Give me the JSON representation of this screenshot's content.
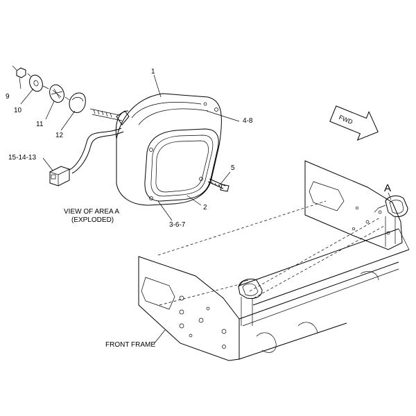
{
  "callouts": {
    "c1": "1",
    "c2": "2",
    "c5": "5",
    "c9": "9",
    "c10": "10",
    "c11": "11",
    "c12": "12",
    "c48": "4-8",
    "c367": "3-6-7",
    "c151413": "15-14-13"
  },
  "captions": {
    "view_line1": "VIEW OF AREA A",
    "view_line2": "(EXPLODED)",
    "front_frame": "FRONT FRAME",
    "area_marker": "A",
    "fwd": "FWD"
  }
}
